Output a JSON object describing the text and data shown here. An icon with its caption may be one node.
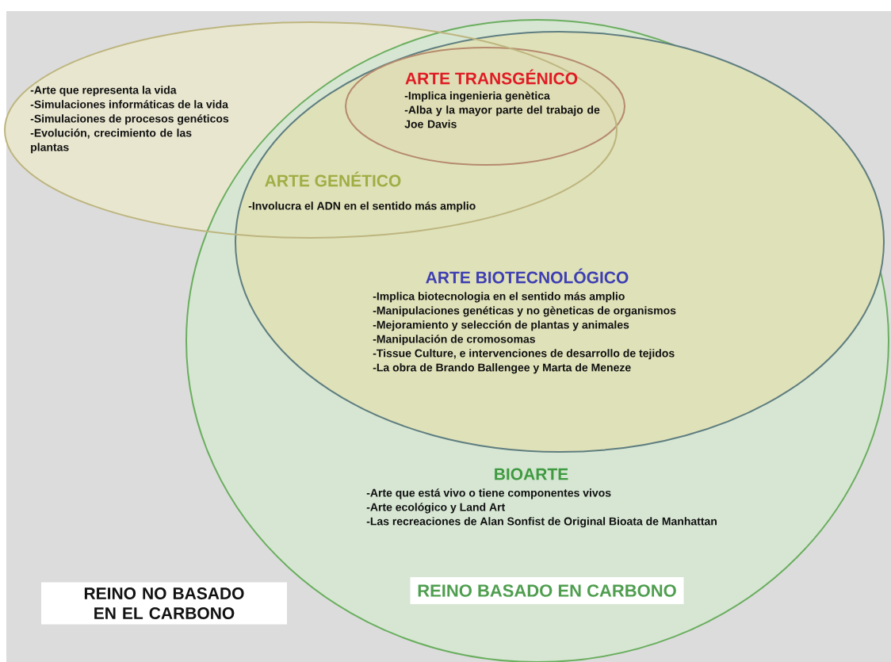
{
  "diagram": {
    "nodes": [
      {
        "text": [
          "ARTE GENÉTICO",
          "-Arte que representa la vida",
          "-Simulaciones informáticas de la vida",
          "-Simulaciones de procesos genéticos",
          "-Evolución, crecimiento de las plantas",
          "-Involucra el ADN en el sentido más amplio"
        ]
      },
      {
        "text": [
          "BIOARTE",
          "-Arte que está vivo o tiene componentes vivos",
          "-Arte ecológico y Land Art",
          "-Las recreaciones de Alan Sonfist de Original Bioata de Manhattan"
        ]
      },
      {
        "text": [
          "ARTE BIOTECNOLÓGICO",
          "-Implica biotecnologia en el sentido más amplio",
          "-Manipulaciones genéticas y no gèneticas de organismos",
          "-Mejoramiento y selección de plantas y animales",
          "-Manipulación de cromosomas",
          "-Tissue Culture, e intervenciones de desarrollo de tejidos",
          "-La obra de Brando Ballengee y Marta de Meneze"
        ],
        "in": 1
      },
      {
        "text": [
          "ARTE TRANSGÉNICO",
          "-Implica ingenieria genètica",
          "-Alba y la mayor parte del trabajo de Joe Davis"
        ]
      },
      {
        "text": [
          "REINO BASADO EN CARBONO"
        ],
        "in": 1
      },
      {
        "text": [
          "REINO NO BASADO EN EL CARBONO"
        ]
      }
    ]
  }
}
